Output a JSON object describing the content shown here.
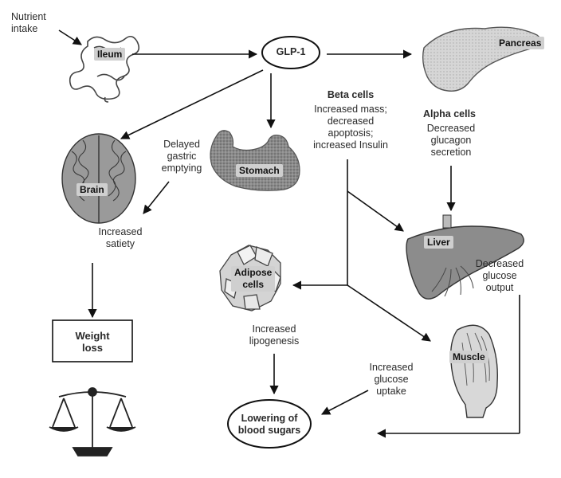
{
  "inputs": {
    "nutrient": "Nutrient\nintake"
  },
  "organs": {
    "ileum": "Ileum",
    "glp1": "GLP-1",
    "pancreas": "Pancreas",
    "stomach": "Stomach",
    "brain": "Brain",
    "liver": "Liver",
    "adipose": "Adipose\ncells",
    "muscle": "Muscle"
  },
  "effects": {
    "beta_title": "Beta cells",
    "beta_text": "Increased mass;\ndecreased\napoptosis;\nincreased Insulin",
    "alpha_title": "Alpha cells",
    "alpha_text": "Decreased\nglucagon\nsecretion",
    "gastric": "Delayed\ngastric\nemptying",
    "satiety": "Increased\nsatiety",
    "glucose_output": "Decreased\nglucose\noutput",
    "lipogenesis": "Increased\nlipogenesis",
    "uptake": "Increased\nglucose\nuptake"
  },
  "outcomes": {
    "weight_loss": "Weight\nloss",
    "blood_sugar": "Lowering of\nblood sugars"
  }
}
